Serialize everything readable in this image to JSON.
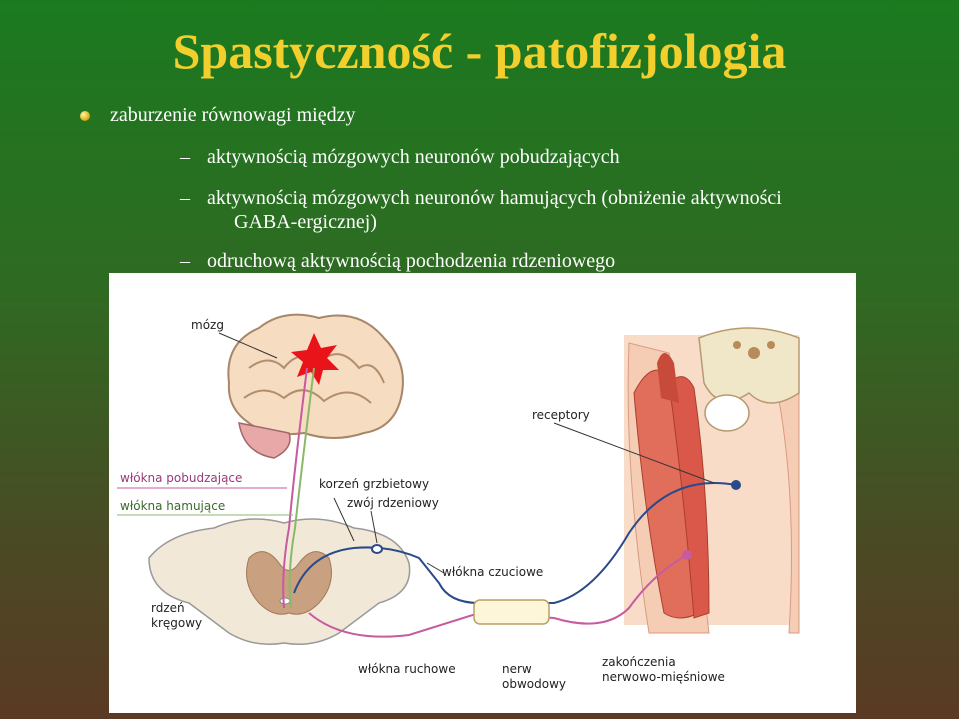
{
  "slide": {
    "title": "Spastyczność - patofizjologia",
    "bullet": "zaburzenie równowagi między",
    "subitems": [
      {
        "dash": "–",
        "text": "aktywnością mózgowych neuronów pobudzających"
      },
      {
        "dash": "–",
        "text": "aktywnością mózgowych neuronów hamujących (obniżenie aktywności"
      },
      {
        "dash": "",
        "text": "GABA-ergicznej)"
      },
      {
        "dash": "–",
        "text": "odruchową aktywnością pochodzenia rdzeniowego"
      }
    ]
  },
  "figure": {
    "labels": {
      "brain": "mózg",
      "receptors": "receptory",
      "excitatory_fibers": "włókna pobudzające",
      "inhibitory_fibers": "włókna hamujące",
      "dorsal_root": "korzeń grzbietowy",
      "ganglion": "zwój rdzeniowy",
      "sensory_fibers": "włókna czuciowe",
      "spinal_cord_1": "rdzeń",
      "spinal_cord_2": "kręgowy",
      "motor_fibers": "włókna ruchowe",
      "nerve_1": "nerw",
      "nerve_2": "obwodowy",
      "nm_endings_1": "zakończenia",
      "nm_endings_2": "nerwowo-mięśniowe"
    },
    "colors": {
      "excitatory": "#c85aa0",
      "inhibitory": "#8ab86a",
      "sensory": "#2a4a8a",
      "motor": "#c85aa0",
      "lesion": "#e8141a"
    }
  }
}
